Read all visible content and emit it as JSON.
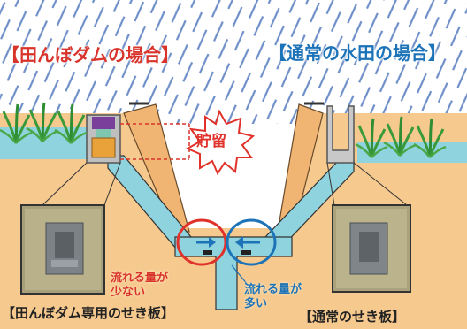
{
  "titles": {
    "tanbo_dam": "【田んぼダムの場合】",
    "normal_paddy": "【通常の水田の場合】"
  },
  "storage_label": "貯留",
  "flow": {
    "less": "流れる量が少ない",
    "less_lines": [
      "流れる量が",
      "少ない"
    ],
    "more": "流れる量が多い",
    "more_lines": [
      "流れる量が",
      "多い"
    ]
  },
  "captions": {
    "left": "【田んぼダム専用のせき板】",
    "right": "【通常のせき板】"
  },
  "colors": {
    "soil": "#f6c98f",
    "water": "#8fd3de",
    "rain": "#6f8fc8",
    "red_accent": "#d9342b",
    "blue_accent": "#1d73b8",
    "weir_plate_purple": "#7a3f9a",
    "weir_plate_green": "#7fc6b0",
    "weir_plate_orange": "#e9a13a"
  },
  "icons": [
    "rain-lines",
    "rice-plant-icon",
    "starburst-icon",
    "arrow-right-icon",
    "arrow-left-icon"
  ]
}
